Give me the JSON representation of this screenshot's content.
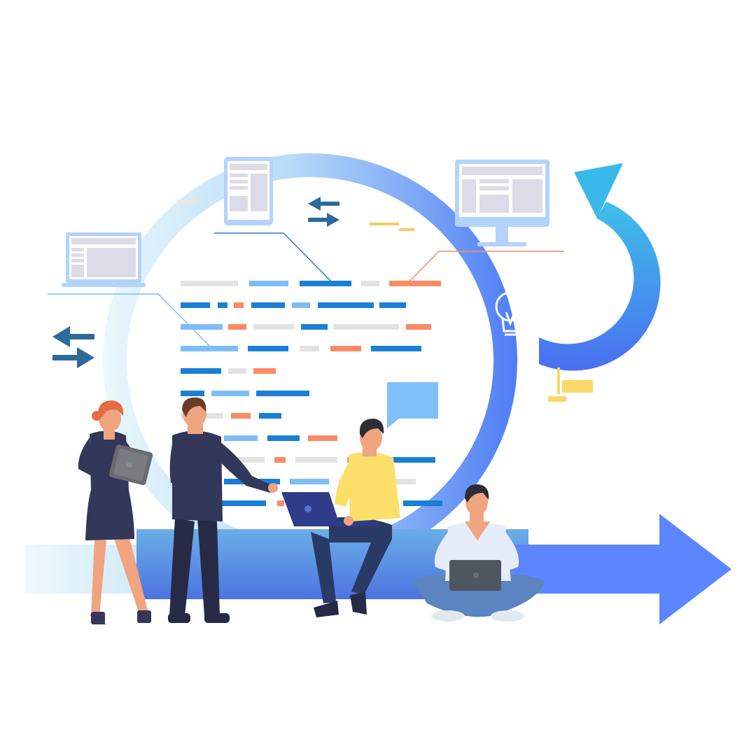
{
  "scene": {
    "description_visible_text": "",
    "colors": {
      "ring_start": "#e8f6fc",
      "ring_mid": "#9cc8f8",
      "ring_end": "#4f7df5",
      "arrow_blue": "#5b86ff",
      "cycle_arrow_start": "#3ec0ea",
      "cycle_arrow_end": "#4a6ff0",
      "code_dark_blue": "#1a7fd6",
      "code_light_blue": "#7dbdf7",
      "code_orange": "#f98b64",
      "code_gray": "#e2e2e2",
      "small_arrow": "#2c6a9a",
      "device_frame": "#b4d3fc",
      "device_screen": "#dcdce8",
      "navy_suit": "#33375a",
      "skin": "#f0a47f",
      "hair_red": "#e86a45",
      "hair_brown": "#6b3c2a",
      "hair_dark": "#2d2d35",
      "yellow_shirt": "#fbdf6a",
      "jeans": "#5b84c0",
      "laptop_dark": "#505660",
      "laptop_navy": "#2f3c89",
      "speech_bubble": "#7fc0fb",
      "sticky_yellow": "#f9d867"
    },
    "icons": [
      "laptop-icon",
      "tablet-icon",
      "monitor-icon",
      "lightbulb-icon",
      "exchange-arrows-icon",
      "cycle-arrow-icon",
      "forward-arrow-icon",
      "speech-bubble-icon"
    ],
    "figures": [
      "woman-with-tablet",
      "man-in-suit-pointing",
      "man-in-yellow-shirt-with-laptop",
      "man-sitting-cross-legged-with-laptop"
    ]
  }
}
